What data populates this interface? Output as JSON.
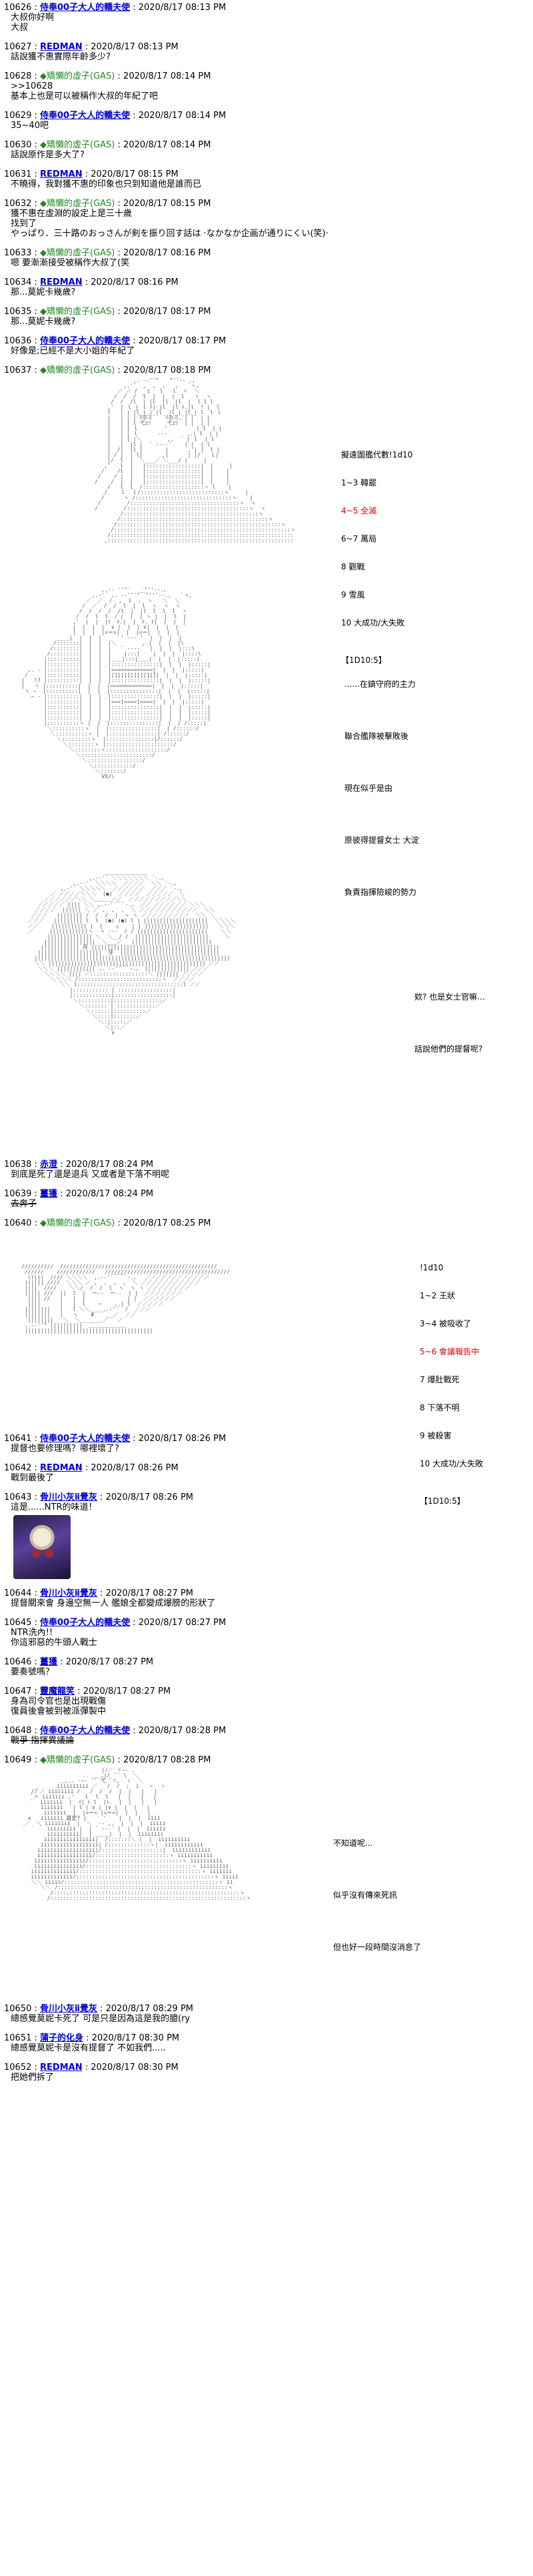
{
  "posts": [
    {
      "num": "10626",
      "name": "侍奉00子大人的轎夫使",
      "ts": "2020/8/17 08:13 PM",
      "body": "大叔你好啊\n大叔"
    },
    {
      "num": "10627",
      "name": "REDMAN",
      "ts": "2020/8/17 08:13 PM",
      "body": "話說獲不惠實際年齡多少?"
    },
    {
      "num": "10628",
      "name": "◆矯懶的虛子(GAS)",
      "ts": "2020/8/17 08:14 PM",
      "body": ">>10628\n基本上也是可以被稱作大叔的年紀了吧"
    },
    {
      "num": "10629",
      "name": "侍奉00子大人的轎夫使",
      "ts": "2020/8/17 08:14 PM",
      "body": "35~40吧"
    },
    {
      "num": "10630",
      "name": "◆矯懶的虛子(GAS)",
      "ts": "2020/8/17 08:14 PM",
      "body": "話說原作是多大了?"
    },
    {
      "num": "10631",
      "name": "REDMAN",
      "ts": "2020/8/17 08:15 PM",
      "body": "不曉得，我對獲不惠的印象也只到知道他是誰而已"
    },
    {
      "num": "10632",
      "name": "◆矯懶的虛子(GAS)",
      "ts": "2020/8/17 08:15 PM",
      "body": "獲不惠在虛淵的設定上是三十歲\n找到了\nやっぱり．三十路のおっさんが剣を振り回す話は ·なかなか企画が通りにくい(笑)·"
    },
    {
      "num": "10633",
      "name": "◆矯懶的虛子(GAS)",
      "ts": "2020/8/17 08:16 PM",
      "body": "嗯 要漸漸接受被稱作大叔了(笑"
    },
    {
      "num": "10634",
      "name": "REDMAN",
      "ts": "2020/8/17 08:16 PM",
      "body": "那...莫妮卡幾歲?"
    },
    {
      "num": "10635",
      "name": "◆矯懶的虛子(GAS)",
      "ts": "2020/8/17 08:17 PM",
      "body": "那...莫妮卡幾歲?"
    },
    {
      "num": "10636",
      "name": "侍奉00子大人的轎夫使",
      "ts": "2020/8/17 08:17 PM",
      "body": "好像是;已經不是大小姐的年紀了"
    },
    {
      "num": "10637",
      "name": "◆矯懶的虛子(GAS)",
      "ts": "2020/8/17 08:18 PM"
    },
    {
      "num": "10638",
      "name": "赤澄",
      "ts": "2020/8/17 08:24 PM",
      "body": "到底是死了還是退兵 又或者是下落不明呢"
    },
    {
      "num": "10639",
      "name": "薑獲",
      "ts": "2020/8/17 08:24 PM",
      "body": "去奔子"
    },
    {
      "num": "10640",
      "name": "◆矯懶的虛子(GAS)",
      "ts": "2020/8/17 08:25 PM"
    },
    {
      "num": "10641",
      "name": "侍奉00子大人的轎夫使",
      "ts": "2020/8/17 08:26 PM",
      "body": "提督也要修理嗎？哪裡壞了?"
    },
    {
      "num": "10642",
      "name": "REDMAN",
      "ts": "2020/8/17 08:26 PM",
      "body": "戰到最後了"
    },
    {
      "num": "10643",
      "name": "骨川小灰ⅱ覺灰",
      "ts": "2020/8/17 08:26 PM",
      "body": "這是......NTR的味道！"
    },
    {
      "num": "10644",
      "name": "骨川小灰ⅱ覺灰",
      "ts": "2020/8/17 08:27 PM",
      "body": "提督關來會 身邊空無一人 艦娘全都變成爆膀的形狀了"
    },
    {
      "num": "10645",
      "name": "侍奉00子大人的轎夫使",
      "ts": "2020/8/17 08:27 PM",
      "body": "NTR洗內!!\n你這邪惡的牛頭人戰士"
    },
    {
      "num": "10646",
      "name": "薑獲",
      "ts": "2020/8/17 08:27 PM",
      "body": "要奏號嗎？"
    },
    {
      "num": "10647",
      "name": "靈魔龍笑",
      "ts": "2020/8/17 08:27 PM",
      "body": "身為司令官也是出現戰傷\n復員後會被到被派彈製中"
    },
    {
      "num": "10648",
      "name": "侍奉00子大人的轎夫使",
      "ts": "2020/8/17 08:28 PM",
      "body": "戰爭 指揮異議論"
    },
    {
      "num": "10649",
      "name": "◆矯懶的虛子(GAS)",
      "ts": "2020/8/17 08:28 PM"
    },
    {
      "num": "10650",
      "name": "骨川小灰ⅱ覺灰",
      "ts": "2020/8/17 08:29 PM",
      "body": "總感覺莫妮卡死了 可是只是因為這是我的臆(ry"
    },
    {
      "num": "10651",
      "name": "蒲子的化身",
      "ts": "2020/8/17 08:30 PM",
      "body": "總感覺莫妮卡是沒有提督了 不如我們....."
    },
    {
      "num": "10652",
      "name": "REDMAN",
      "ts": "2020/8/17 08:30 PM",
      "body": "把她們拆了"
    }
  ],
  "panel1": {
    "roll_title": "擬遠圍艦代數!1d10",
    "roll_lines": [
      "1~3 韓罷",
      "4~5 全滅",
      "6~7 萬局",
      "8 觀戰",
      "9 雪風",
      "10 大成功/大失敗"
    ],
    "roll_result": "【1D10:5】"
  },
  "panel2": {
    "lines": [
      "......在鎮守府的主力",
      "聯合艦隊被擊敗後",
      "現在似乎是由",
      "原彼得提督女士 大淀",
      "負責指揮險峻的勢力"
    ]
  },
  "panel3": {
    "lines": [
      "欸? 也是女士官嘛...",
      "話說他們的提督呢?"
    ]
  },
  "panel4": {
    "roll_title": "!1d10",
    "roll_lines": [
      "1~2 王狀",
      "3~4 被吸收了",
      "5~6 會議報告中",
      "7 爆肚戰死",
      "8 下落不明",
      "9 被殺害",
      "10 大成功/大失敗"
    ],
    "roll_result": "【1D10:5】"
  },
  "panel5": {
    "lines": [
      "不知道呢...",
      "似乎沒有傳來死訊",
      "但也好一段時間沒消息了"
    ]
  },
  "colors": {
    "name_blue": "#0000cc",
    "name_green": "#228822",
    "dice_red": "#dd0000"
  }
}
